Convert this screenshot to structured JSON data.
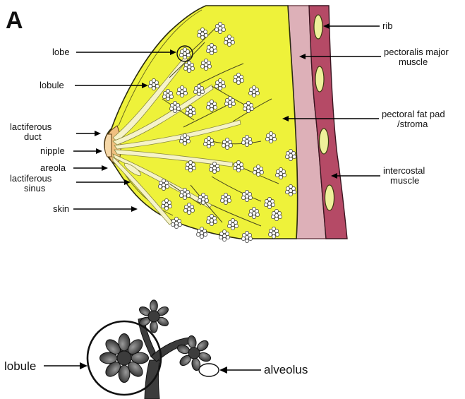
{
  "figure": {
    "panel_letter": "A"
  },
  "labels": {
    "lobe": "lobe",
    "lobule": "lobule",
    "lactiferous_duct_line1": "lactiferous",
    "lactiferous_duct_line2": "duct",
    "nipple": "nipple",
    "areola": "areola",
    "lactiferous_sinus_line1": "lactiferous",
    "lactiferous_sinus_line2": "sinus",
    "skin": "skin",
    "rib": "rib",
    "pectoralis_line1": "pectoralis major",
    "pectoralis_line2": "muscle",
    "fat_pad_line1": "pectoral fat pad",
    "fat_pad_line2": "/stroma",
    "intercostal_line1": "intercostal",
    "intercostal_line2": "muscle"
  },
  "detail": {
    "lobule": "lobule",
    "alveolus": "alveolus"
  },
  "colors": {
    "fat_pad": "#eef23a",
    "duct": "#f6f3c9",
    "pectoralis": "#ddb0b8",
    "intercostal": "#b54a66",
    "rib": "#eef09a",
    "areola": "#f0c080",
    "alveoli": "#ffffff",
    "detail_lobule": "#555555"
  }
}
